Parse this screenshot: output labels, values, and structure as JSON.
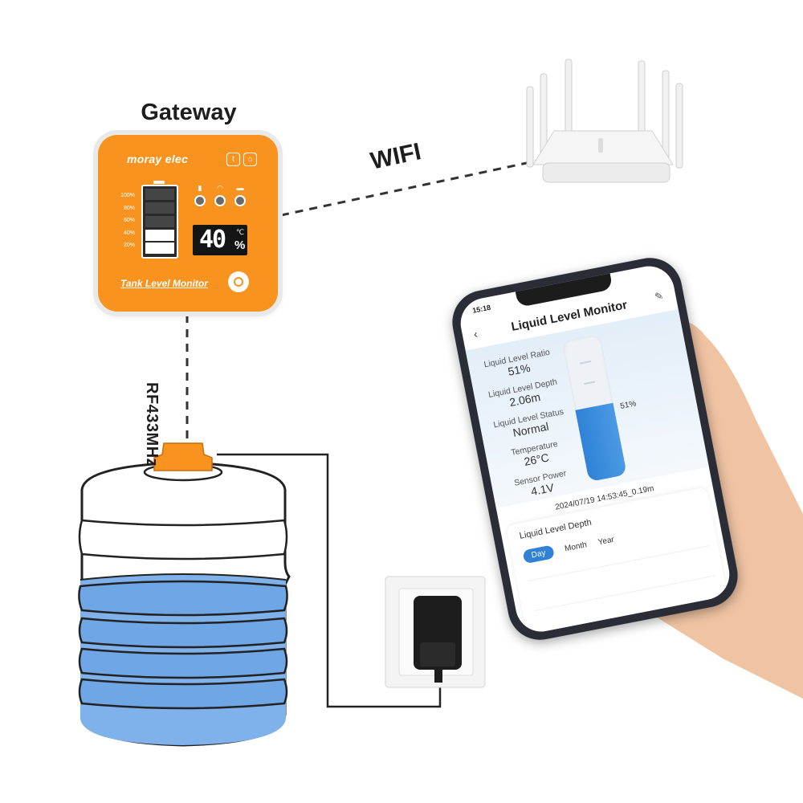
{
  "gateway": {
    "title": "Gateway",
    "brand": "moray elec",
    "panel_label": "Tank Level Monitor",
    "battery_levels": [
      "100%",
      "80%",
      "60%",
      "40%",
      "20%"
    ],
    "display_value": "40",
    "display_unit_temp": "℃",
    "display_unit_pct": "%",
    "accent_color": "#f7931e"
  },
  "connections": {
    "wifi_label": "WIFI",
    "rf_label": "RF433MHz"
  },
  "phone": {
    "status_time": "15:18",
    "app_title": "Liquid Level Monitor",
    "metrics": [
      {
        "label": "Liquid Level Ratio",
        "value": "51%"
      },
      {
        "label": "Liquid Level Depth",
        "value": "2.06m"
      },
      {
        "label": "Liquid Level Status",
        "value": "Normal"
      },
      {
        "label": "Temperature",
        "value": "26°C"
      },
      {
        "label": "Sensor Power",
        "value": "4.1V"
      }
    ],
    "gauge_percent": "51%",
    "gauge_fill_fraction": 0.51,
    "timestamp": "2024/07/19 14:53:45_0.19m",
    "history": {
      "title": "Liquid Level Depth",
      "tabs": [
        "Day",
        "Month",
        "Year"
      ],
      "active_tab": "Day"
    },
    "accent_color": "#2f82d6"
  },
  "icons": [
    "battery-icon",
    "wifi-icon",
    "router-icon",
    "power-adapter-icon",
    "hand-icon",
    "water-tank-icon"
  ]
}
